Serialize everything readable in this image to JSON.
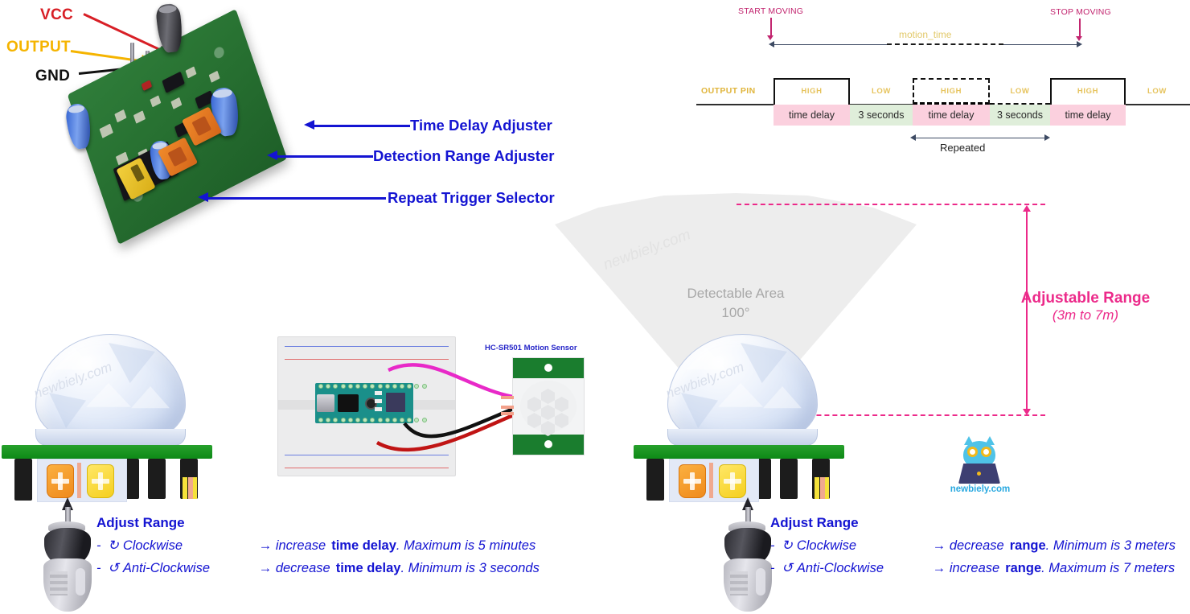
{
  "pinout": {
    "vcc": "VCC",
    "output": "OUTPUT",
    "gnd": "GND"
  },
  "board_callouts": [
    {
      "label": "Time Delay Adjuster"
    },
    {
      "label": "Detection Range Adjuster"
    },
    {
      "label": "Repeat Trigger Selector"
    }
  ],
  "timing": {
    "start_moving": "START MOVING",
    "stop_moving": "STOP MOVING",
    "motion_time": "motion_time",
    "output_pin": "OUTPUT PIN",
    "repeated": "Repeated",
    "states": [
      "HIGH",
      "LOW",
      "HIGH",
      "LOW",
      "HIGH",
      "LOW"
    ],
    "durations": [
      "time delay",
      "3 seconds",
      "time delay",
      "3 seconds",
      "time delay"
    ],
    "colors": {
      "marker": "#c2256f",
      "motion_label": "#e2c96a",
      "state_label": "#e6c35c",
      "pink_box": "#fbd0de",
      "green_box": "#dfeeda"
    }
  },
  "cone": {
    "title": "Detectable Area",
    "angle": "100°",
    "range_title": "Adjustable Range",
    "range_value": "(3m to 7m)",
    "range_color": "#ec2a8a"
  },
  "wiring": {
    "sensor_label": "HC-SR501 Motion Sensor"
  },
  "adjust_left": {
    "heading": "Adjust Range",
    "rows": [
      {
        "dash": "-",
        "sym": "↻",
        "dir": "Clockwise",
        "arrow": "→",
        "action": "increase",
        "target": "time delay",
        "note": ". Maximum  is 5 minutes"
      },
      {
        "dash": "-",
        "sym": "↺",
        "dir": "Anti-Clockwise",
        "arrow": "→",
        "action": "decrease",
        "target": "time delay",
        "note": ". Minimum  is 3 seconds"
      }
    ]
  },
  "adjust_right": {
    "heading": "Adjust Range",
    "rows": [
      {
        "dash": "-",
        "sym": "↻",
        "dir": "Clockwise",
        "arrow": "→",
        "action": "decrease",
        "target": "range",
        "note": ". Minimum  is 3 meters"
      },
      {
        "dash": "-",
        "sym": "↺",
        "dir": "Anti-Clockwise",
        "arrow": "→",
        "action": "increase",
        "target": "range",
        "note": ". Maximum is 7 meters"
      }
    ]
  },
  "watermark": {
    "text": "newbiely.com"
  },
  "logo": {
    "text": "newbiely.com"
  }
}
